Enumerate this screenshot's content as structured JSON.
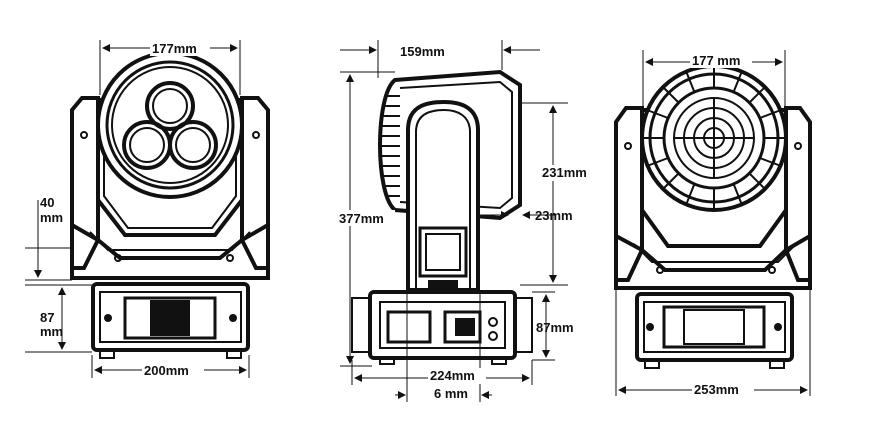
{
  "front_view": {
    "width_label": "177mm",
    "height_label": "40\nmm",
    "base_height_label": "87\nmm",
    "base_width_label": "200mm"
  },
  "side_view": {
    "head_depth_label": "159mm",
    "total_height_label": "377mm",
    "head_height_label": "231mm",
    "offset_label": "23mm",
    "base_height_label": "87mm",
    "base_depth_label": "224mm",
    "gap_label": "6 mm"
  },
  "back_view": {
    "width_label": "177 mm",
    "base_width_label": "253mm"
  }
}
